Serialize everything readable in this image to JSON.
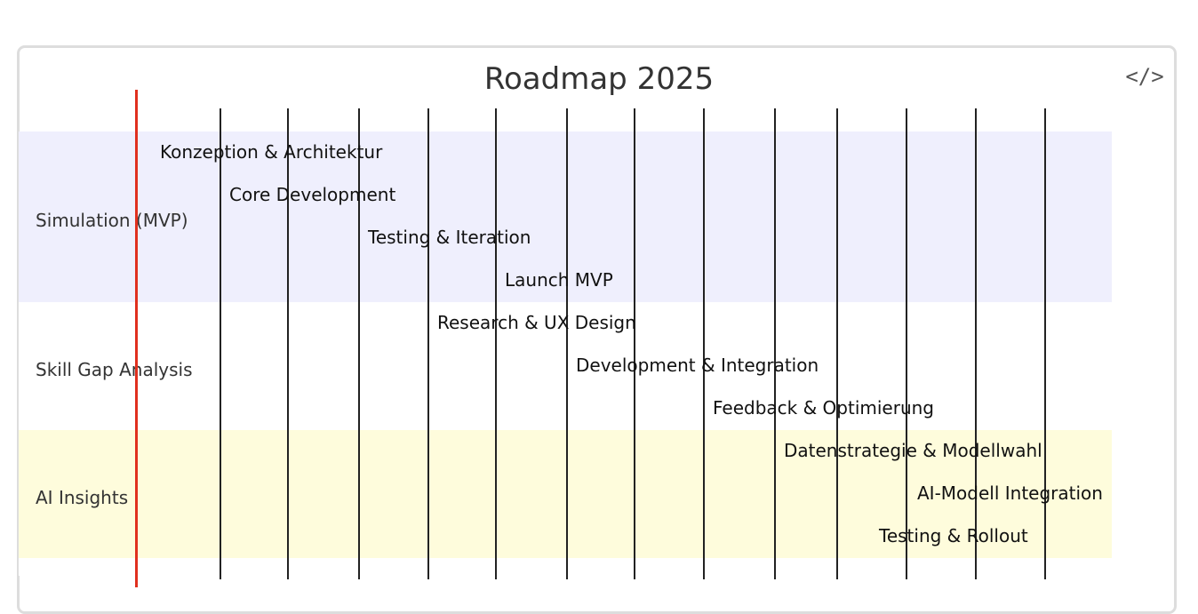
{
  "diagram": {
    "title": "Roadmap 2025",
    "code_icon": "code-icon",
    "sections": [
      {
        "label": "Simulation (MVP)",
        "color": "#efeffd"
      },
      {
        "label": "Skill Gap Analysis",
        "color": "#ffffff"
      },
      {
        "label": "AI Insights",
        "color": "#fefcdc"
      }
    ],
    "tasks": [
      "Konzeption & Architektur",
      "Core Development",
      "Testing & Iteration",
      "Launch MVP",
      "Research & UX Design",
      "Development & Integration",
      "Feedback & Optimierung",
      "Datenstrategie & Modellwahl",
      "AI-Modell Integration",
      "Testing & Rollout"
    ],
    "today_marker_color": "#e0301e"
  }
}
